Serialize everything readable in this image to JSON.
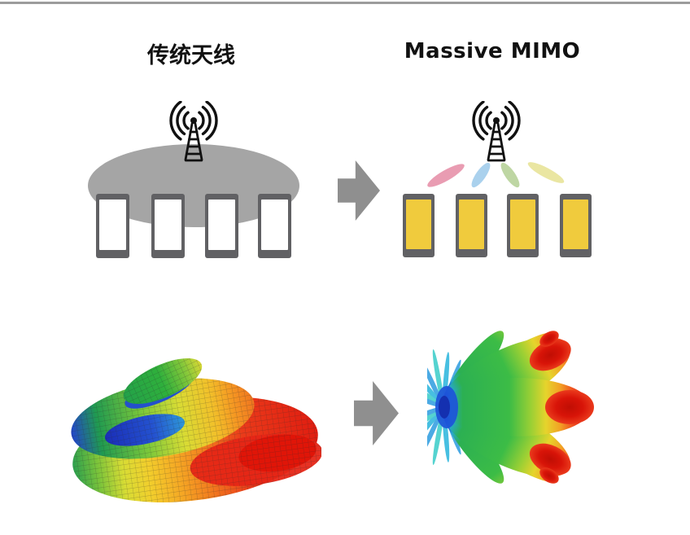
{
  "headers": {
    "left": "传统天线",
    "right": "Massive MIMO"
  },
  "colors": {
    "rule": "#9c9c9c",
    "header": "#111111",
    "coverage": "#a5a5a5",
    "phone-frame": "#616164",
    "screen-trad": "#ffffff",
    "screen-mimo": "#f0cb3d",
    "arrow": "#8f8f8f",
    "tower": "#111111"
  },
  "panels": {
    "traditional": {
      "label": "传统天线",
      "phone_count": 4,
      "phone_lefts": [
        118,
        186,
        252,
        317
      ],
      "phone_size": {
        "w": 41,
        "h": 79
      },
      "coverage_shape": "ellipse"
    },
    "massive_mimo": {
      "label": "Massive MIMO",
      "phone_count": 4,
      "phone_lefts": [
        495,
        560,
        623,
        688
      ],
      "phone_size": {
        "w": 39,
        "h": 78
      },
      "beam_colors": [
        "#e794ab",
        "#a3cdec",
        "#b8d39b",
        "#e8e49a"
      ]
    }
  },
  "arrows": {
    "direction": "right",
    "count": 2
  },
  "radiation_patterns": {
    "traditional": {
      "type": "omnidirectional-torus",
      "style": "meshed 3D toroidal lobes",
      "colormap": [
        "#2244cc",
        "#209a50",
        "#7cc83a",
        "#e8e232",
        "#f5a824",
        "#f2781e",
        "#e62616"
      ]
    },
    "massive_mimo": {
      "type": "directional-multilobe",
      "style": "smooth beamformed petals with cyan sidelobes",
      "colormap": [
        "#1e55d4",
        "#28b4dc",
        "#2cb052",
        "#9cd034",
        "#e6d42c",
        "#f2a024",
        "#e62816"
      ]
    }
  }
}
